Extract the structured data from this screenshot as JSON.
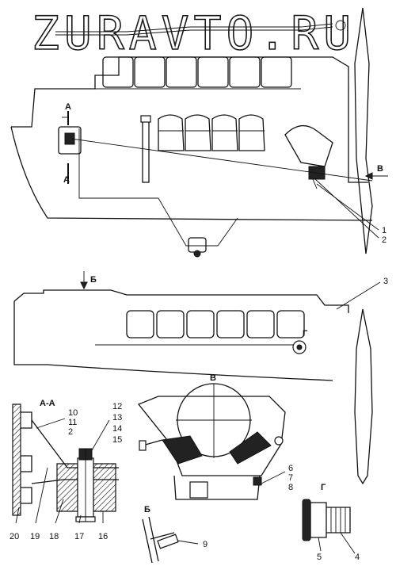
{
  "watermark": "ZURAVTO.RU",
  "views": {
    "section_aa": "А-А",
    "view_b": "В",
    "view_g": "Г",
    "view_be": "Б"
  },
  "markers": {
    "a_top": "А",
    "a_bottom": "А",
    "b_arrow": "В",
    "be_arrow": "Б",
    "g_marker": "Г"
  },
  "callouts": {
    "c1": "1",
    "c2": "2",
    "c3": "3",
    "c4": "4",
    "c5": "5",
    "g6": [
      "6",
      "7",
      "8"
    ],
    "c9": "9",
    "g10": [
      "10",
      "11",
      "2"
    ],
    "g12": [
      "12",
      "13",
      "14",
      "15"
    ],
    "c16": "16",
    "c17": "17",
    "c18": "18",
    "c19": "19",
    "c20": "20"
  }
}
